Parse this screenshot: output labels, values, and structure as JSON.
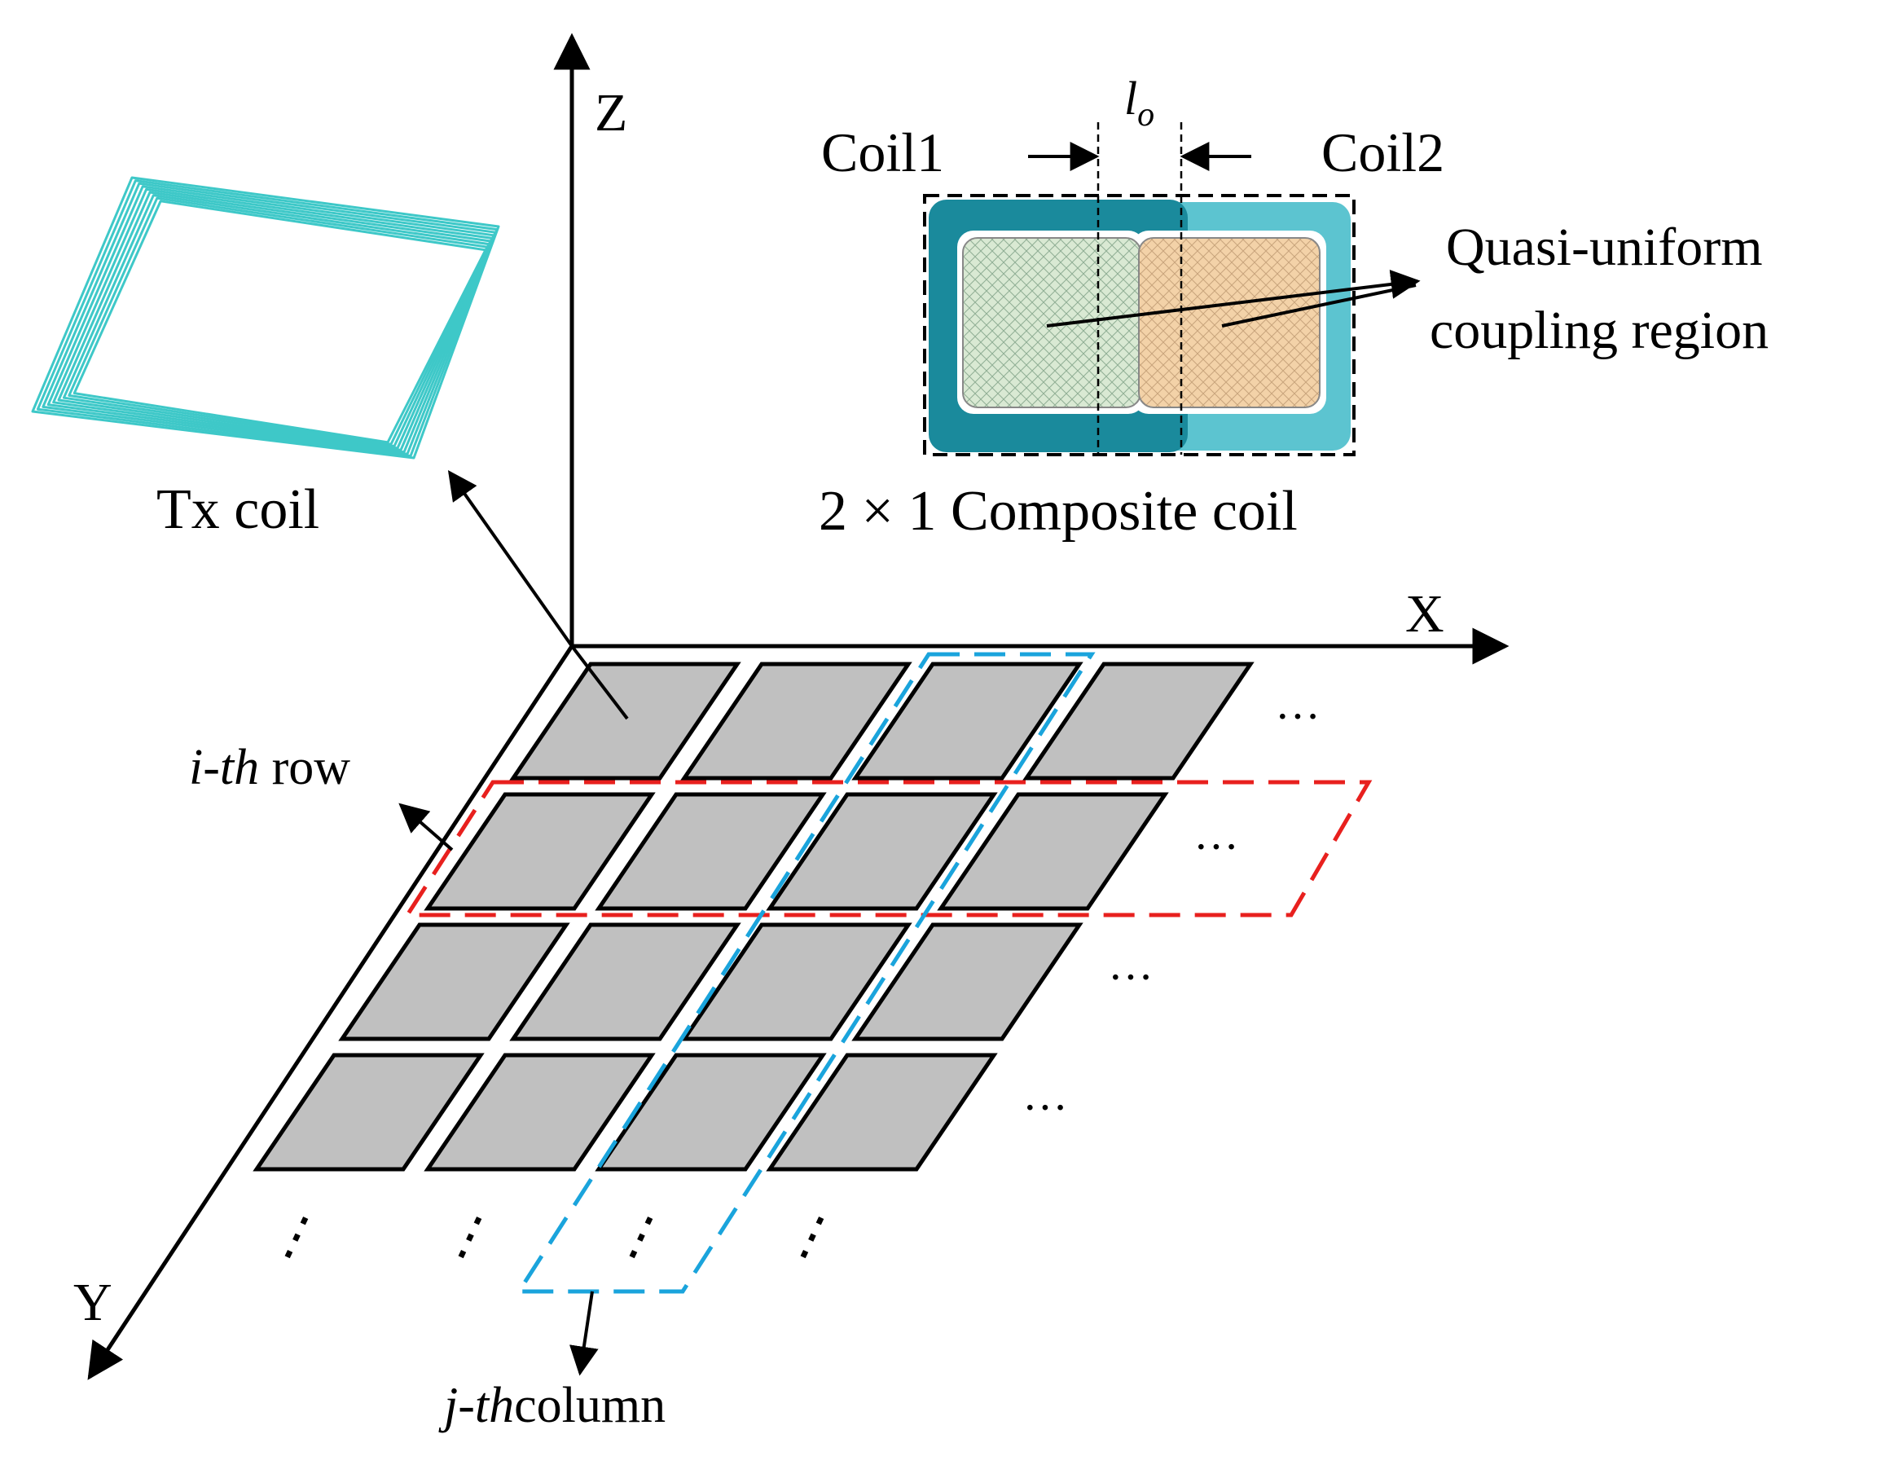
{
  "axes": {
    "x_label": "X",
    "y_label": "Y",
    "z_label": "Z"
  },
  "tx_coil": {
    "label": "Tx coil"
  },
  "composite": {
    "coil1_label": "Coil1",
    "coil2_label": "Coil2",
    "overlap_symbol": "l",
    "overlap_subscript": "o",
    "caption": "2 × 1 Composite coil",
    "region_label_line1": "Quasi-uniform",
    "region_label_line2": "coupling region"
  },
  "grid": {
    "rows_shown": 4,
    "cols_shown": 4,
    "more_indicator_h": "···",
    "more_indicator_v": "⋮",
    "row_label_italic": "i-th",
    "row_label_text": " row",
    "col_label_italic": "j-th",
    "col_label_text": "column"
  },
  "colors": {
    "cell_fill": "#c0c0c0",
    "row_highlight": "#e8201e",
    "column_highlight": "#1aa4dc",
    "tx_coil": "#3ec8c8",
    "coil1_dark": "#1a8a9c",
    "coil2_light": "#5cc4d0",
    "region1_fill": "#d9e9d3",
    "region2_fill": "#f3d2a8"
  }
}
